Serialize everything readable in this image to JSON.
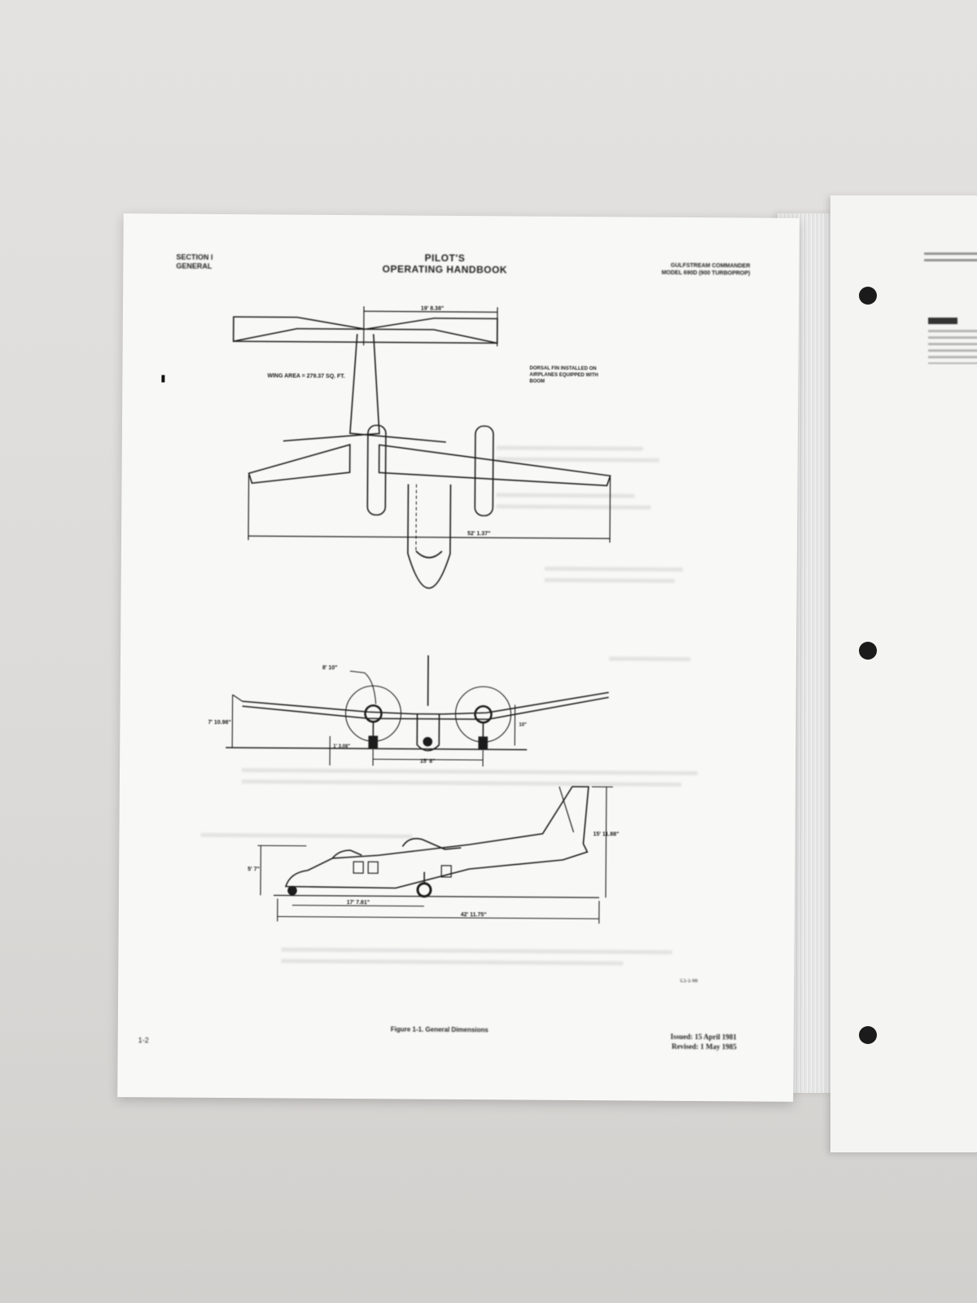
{
  "header": {
    "section_line1": "SECTION I",
    "section_line2": "GENERAL",
    "title_line1": "PILOT'S",
    "title_line2": "OPERATING HANDBOOK",
    "model_line1": "GULFSTREAM COMMANDER",
    "model_line2": "MODEL 690D (900 TURBOPROP)"
  },
  "drawing": {
    "wing_area": "WING AREA = 279.37 SQ. FT.",
    "note_line1": "DORSAL FIN INSTALLED ON",
    "note_line2": "AIRPLANES EQUIPPED WITH",
    "note_line3": "BOOM",
    "dim_tail_span": "19' 8.38\"",
    "dim_wingspan": "52' 1.37\"",
    "dim_prop_dia": "8' 10\"",
    "dim_wing_height": "7' 10.98\"",
    "dim_prop_clear": "1' 3.08\"",
    "dim_nacelle_h": "10\"",
    "dim_tread": "15' 8\"",
    "dim_tail_height": "15' 11.88\"",
    "dim_cabin_height": "5' 7\"",
    "dim_wheelbase": "17' 7.81\"",
    "dim_length": "42' 11.75\""
  },
  "footer": {
    "figure_caption": "Figure 1-1. General Dimensions",
    "figure_code": "C1-1-98",
    "page_number": "1-2",
    "issued": "Issued: 15 April 1981",
    "revised": "Revised: 1 May 1985"
  },
  "colors": {
    "ink": "#1c1c1c",
    "paper": "#f8f8f7",
    "background": "#dcdad8"
  }
}
